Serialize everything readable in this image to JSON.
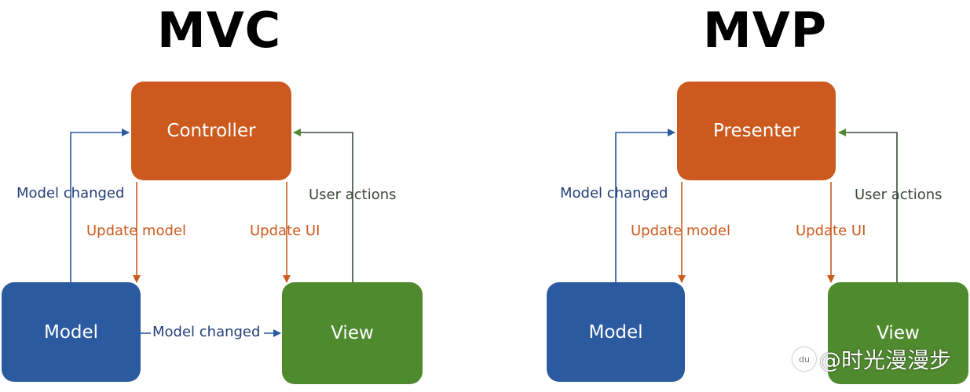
{
  "colors": {
    "controller": "#cc5a1e",
    "model": "#2b5aa0",
    "view": "#4f8a2e",
    "blue_text": "#233e78",
    "orange_text": "#cc5a1e",
    "green_text": "#3b4a3a"
  },
  "mvc": {
    "title": "MVC",
    "controller": "Controller",
    "model": "Model",
    "view": "View",
    "model_changed_left": "Model changed",
    "update_model": "Update model",
    "update_ui": "Update UI",
    "user_actions": "User actions",
    "model_changed_bottom": "Model changed"
  },
  "mvp": {
    "title": "MVP",
    "presenter": "Presenter",
    "model": "Model",
    "view": "View",
    "model_changed": "Model changed",
    "update_model": "Update model",
    "update_ui": "Update UI",
    "user_actions": "User actions"
  },
  "watermark": {
    "text": "@时光漫漫步"
  }
}
